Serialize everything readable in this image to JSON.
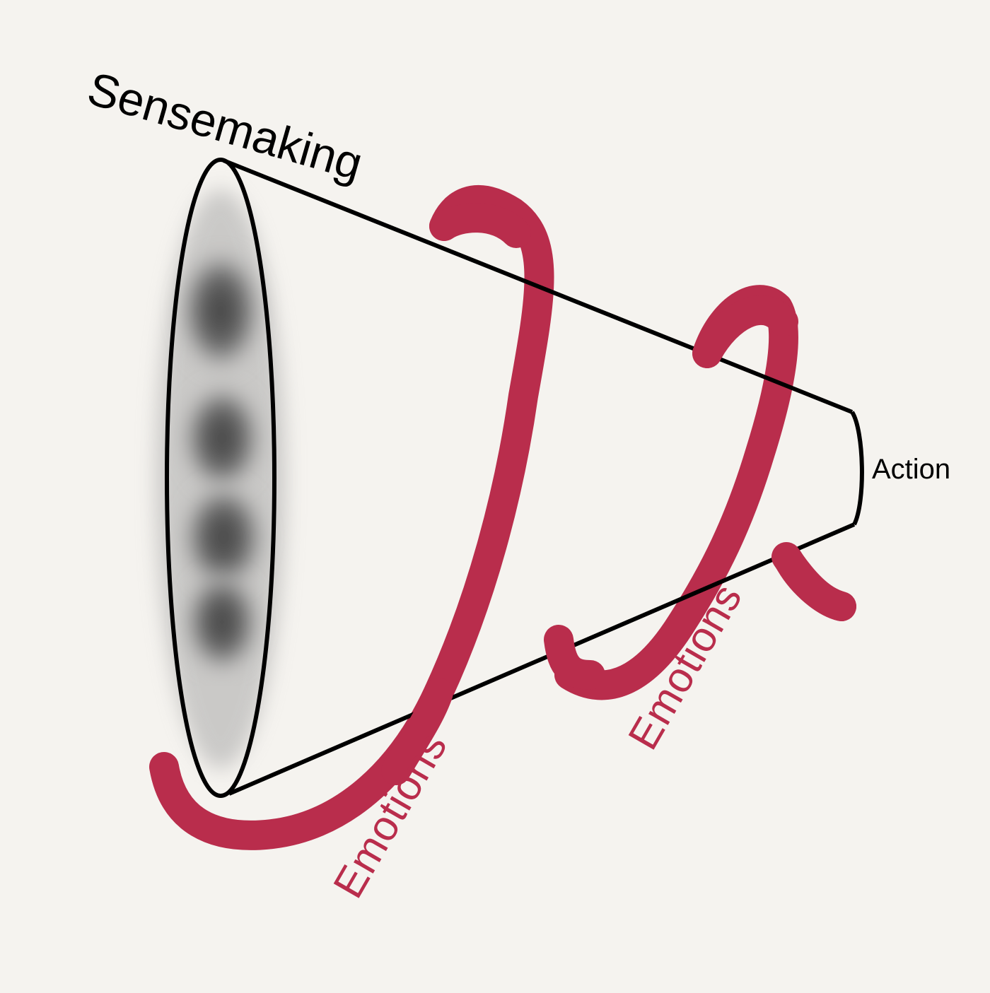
{
  "colors": {
    "background": "#f5f3ef",
    "outline": "#000000",
    "emotions": "#b92d4c",
    "shading": "#555555"
  },
  "diagram": {
    "wide_end_label": "Sensemaking",
    "narrow_end_label": "Action",
    "spiral_labels": [
      "Emotions",
      "Emotions"
    ]
  }
}
